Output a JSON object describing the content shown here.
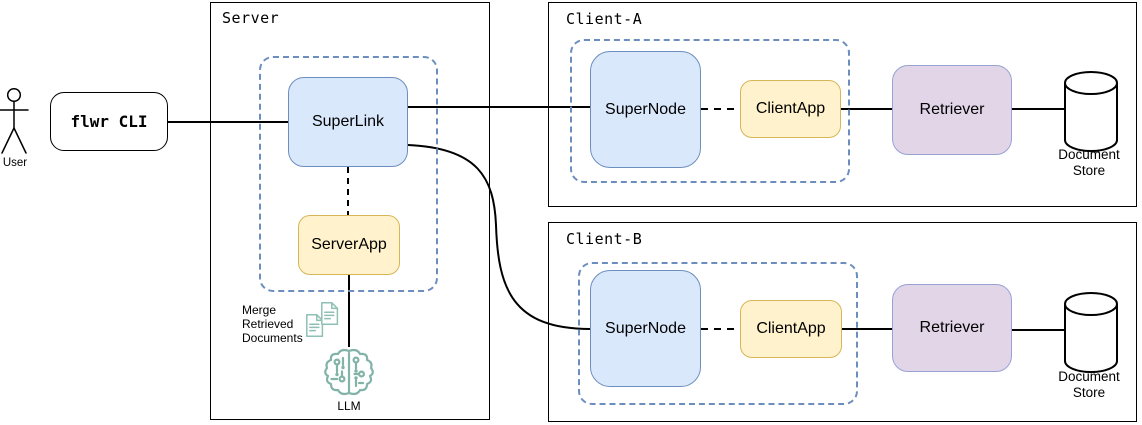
{
  "diagram": {
    "user_label": "User",
    "cli_label": "flwr CLI",
    "server": {
      "title": "Server",
      "superlink": "SuperLink",
      "serverapp": "ServerApp",
      "merge_note": "Merge Retrieved Documents",
      "llm": "LLM"
    },
    "clients": [
      {
        "title": "Client-A",
        "supernode": "SuperNode",
        "clientapp": "ClientApp",
        "retriever": "Retriever",
        "store": "Document Store"
      },
      {
        "title": "Client-B",
        "supernode": "SuperNode",
        "clientapp": "ClientApp",
        "retriever": "Retriever",
        "store": "Document Store"
      }
    ],
    "colors": {
      "blue_fill": "#dae8fc",
      "blue_stroke": "#6c8ebf",
      "yellow_fill": "#fff2cc",
      "yellow_stroke": "#d6b656",
      "purple_fill": "#e1d5e7",
      "purple_stroke": "#96a3d3",
      "container_dash": "#6c8ebf",
      "teal_icon": "#82b3a8",
      "line": "#000000"
    },
    "icons": {
      "user": "stick-figure-icon",
      "merge": "documents-icon",
      "llm": "brain-circuit-icon",
      "document_store": "database-cylinder-icon"
    }
  }
}
